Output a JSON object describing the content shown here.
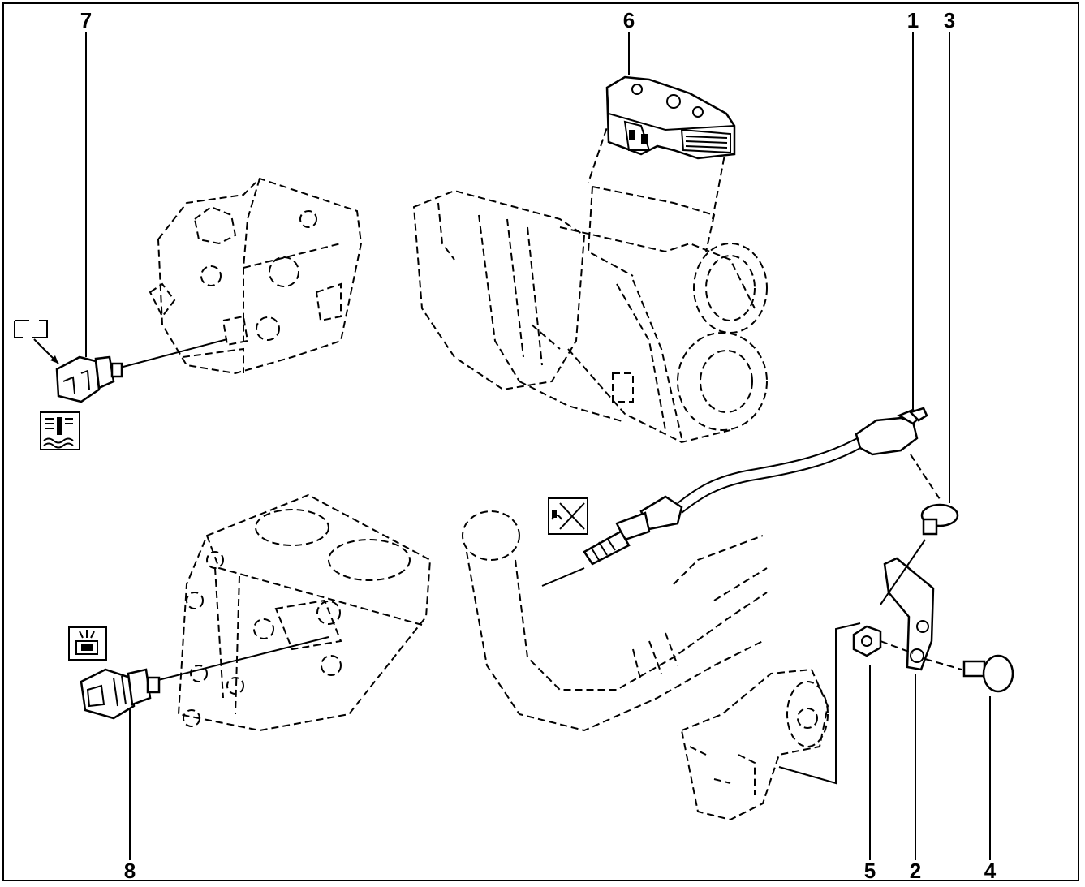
{
  "callouts": {
    "c1": "1",
    "c2": "2",
    "c3": "3",
    "c4": "4",
    "c5": "5",
    "c6": "6",
    "c7": "7",
    "c8": "8"
  },
  "icons": [
    "empty-connector-box-icon",
    "coolant-temperature-symbol-icon",
    "oil-pressure-symbol-icon",
    "exhaust-sensor-symbol-icon"
  ]
}
